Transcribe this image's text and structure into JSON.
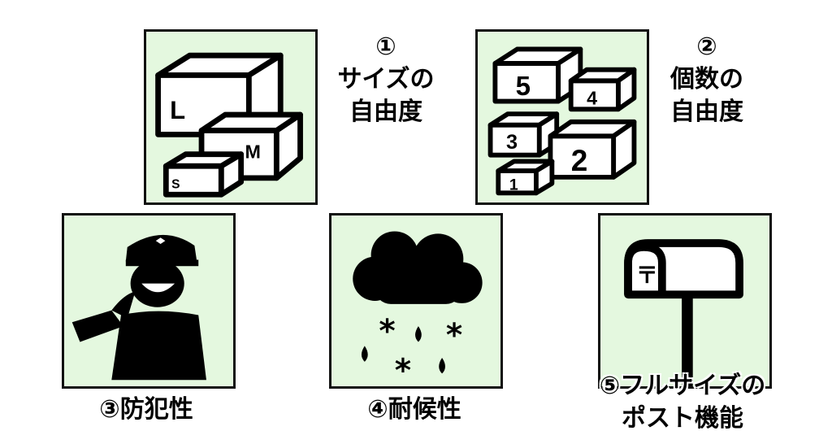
{
  "colors": {
    "panel_bg": "#e4f8df",
    "ink": "#111111"
  },
  "items": [
    {
      "number": "①",
      "title_line1": "サイズの",
      "title_line2": "自由度",
      "icon": "cardboard-boxes-icon",
      "box_labels": [
        "L",
        "M",
        "S"
      ]
    },
    {
      "number": "②",
      "title_line1": "個数の",
      "title_line2": "自由度",
      "icon": "numbered-boxes-icon",
      "box_labels": [
        "5",
        "4",
        "3",
        "2",
        "1"
      ]
    },
    {
      "number": "③",
      "title": "防犯性",
      "icon": "security-guard-icon"
    },
    {
      "number": "④",
      "title": "耐候性",
      "icon": "rain-snow-cloud-icon"
    },
    {
      "number": "⑤",
      "title_line1": "フルサイズの",
      "title_line2": "ポスト機能",
      "icon": "mailbox-icon",
      "mark": "〒"
    }
  ]
}
